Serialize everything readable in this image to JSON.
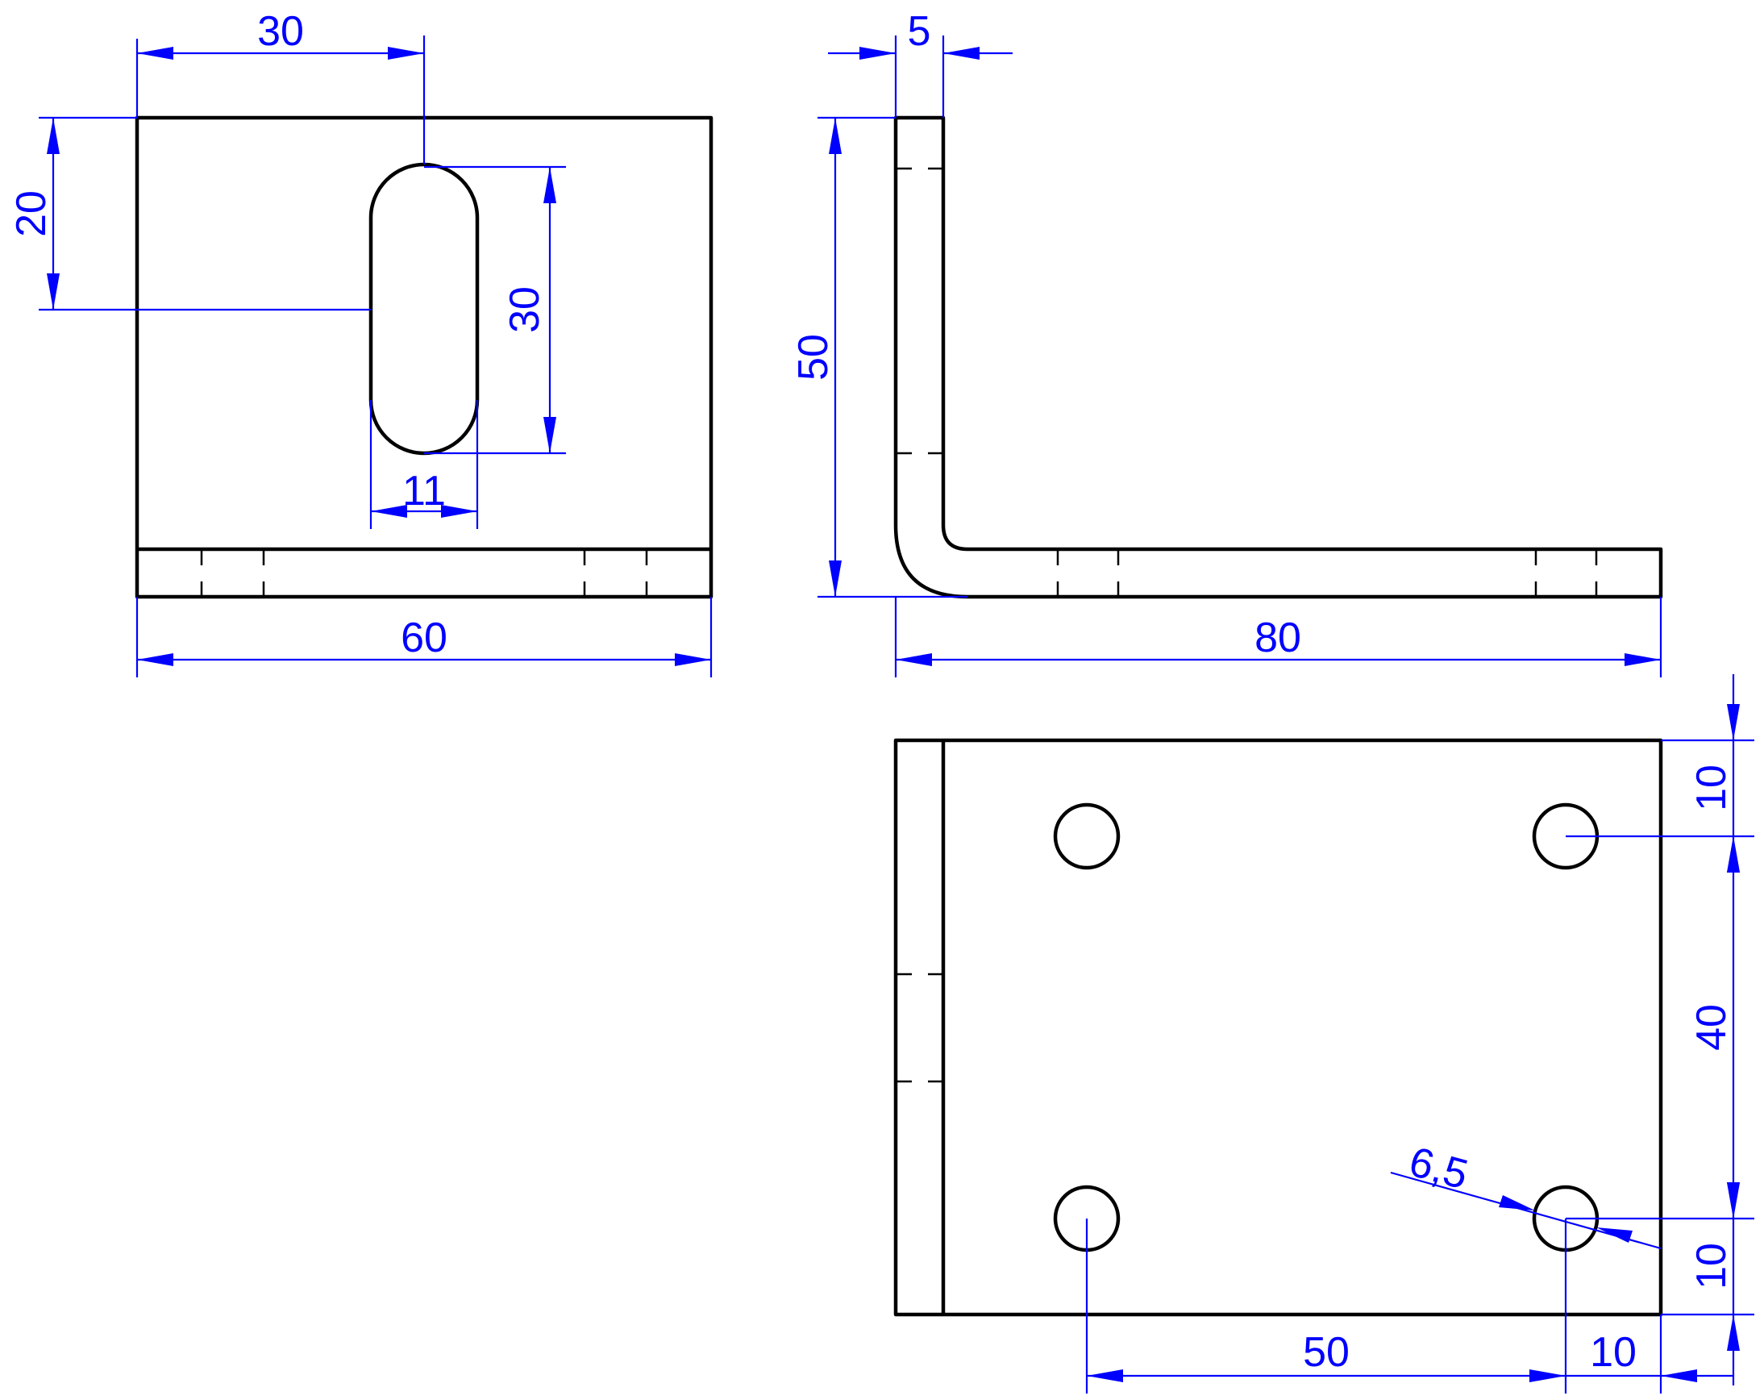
{
  "colors": {
    "outline": "#000000",
    "dimension": "#0000ff",
    "background": "#ffffff"
  },
  "dimensions": {
    "front_slot_center_offset": "30",
    "front_slot_top_offset": "20",
    "front_slot_length": "30",
    "front_slot_width": "11",
    "front_width": "60",
    "side_thickness": "5",
    "side_height": "50",
    "side_length": "80",
    "top_edge_to_hole_top": "10",
    "top_hole_spacing_vertical": "40",
    "top_edge_to_hole_bottom": "10",
    "top_hole_diameter": "6,5",
    "top_hole_spacing_horizontal": "50",
    "top_hole_to_right_edge": "10"
  }
}
